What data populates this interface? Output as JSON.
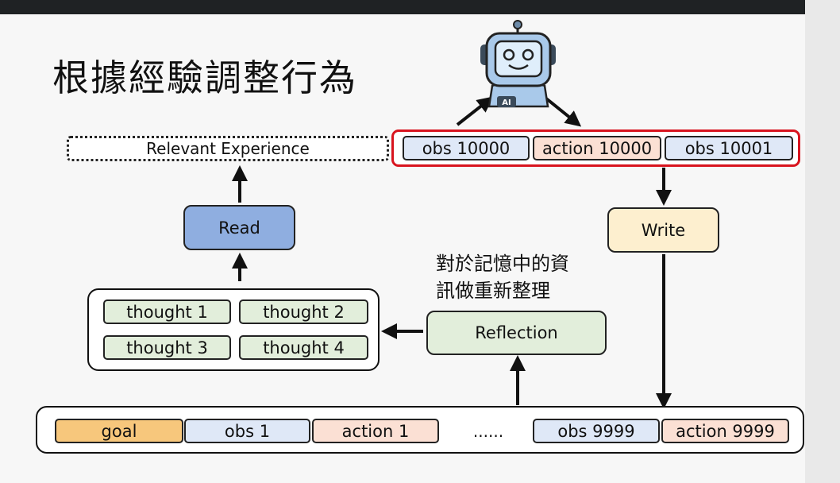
{
  "title": "根據經驗調整行為",
  "relevant_experience": "Relevant Experience",
  "window": [
    "obs 10000",
    "action 10000",
    "obs 10001"
  ],
  "read_label": "Read",
  "write_label": "Write",
  "reflection_label": "Reflection",
  "reflection_note": [
    "對於記憶中的資",
    "訊做重新整理"
  ],
  "thoughts": [
    "thought 1",
    "thought 2",
    "thought 3",
    "thought 4"
  ],
  "memory": {
    "goal": "goal",
    "obs1": "obs 1",
    "action1": "action 1",
    "ellipsis": "......",
    "obs_last": "obs 9999",
    "action_last": "action 9999"
  },
  "robot_badge": "AI",
  "colors": {
    "highlight": "#d8141e",
    "read": "#8faee0",
    "write": "#fdefcf",
    "reflection": "#e2eedb",
    "goal": "#f7c77c"
  }
}
